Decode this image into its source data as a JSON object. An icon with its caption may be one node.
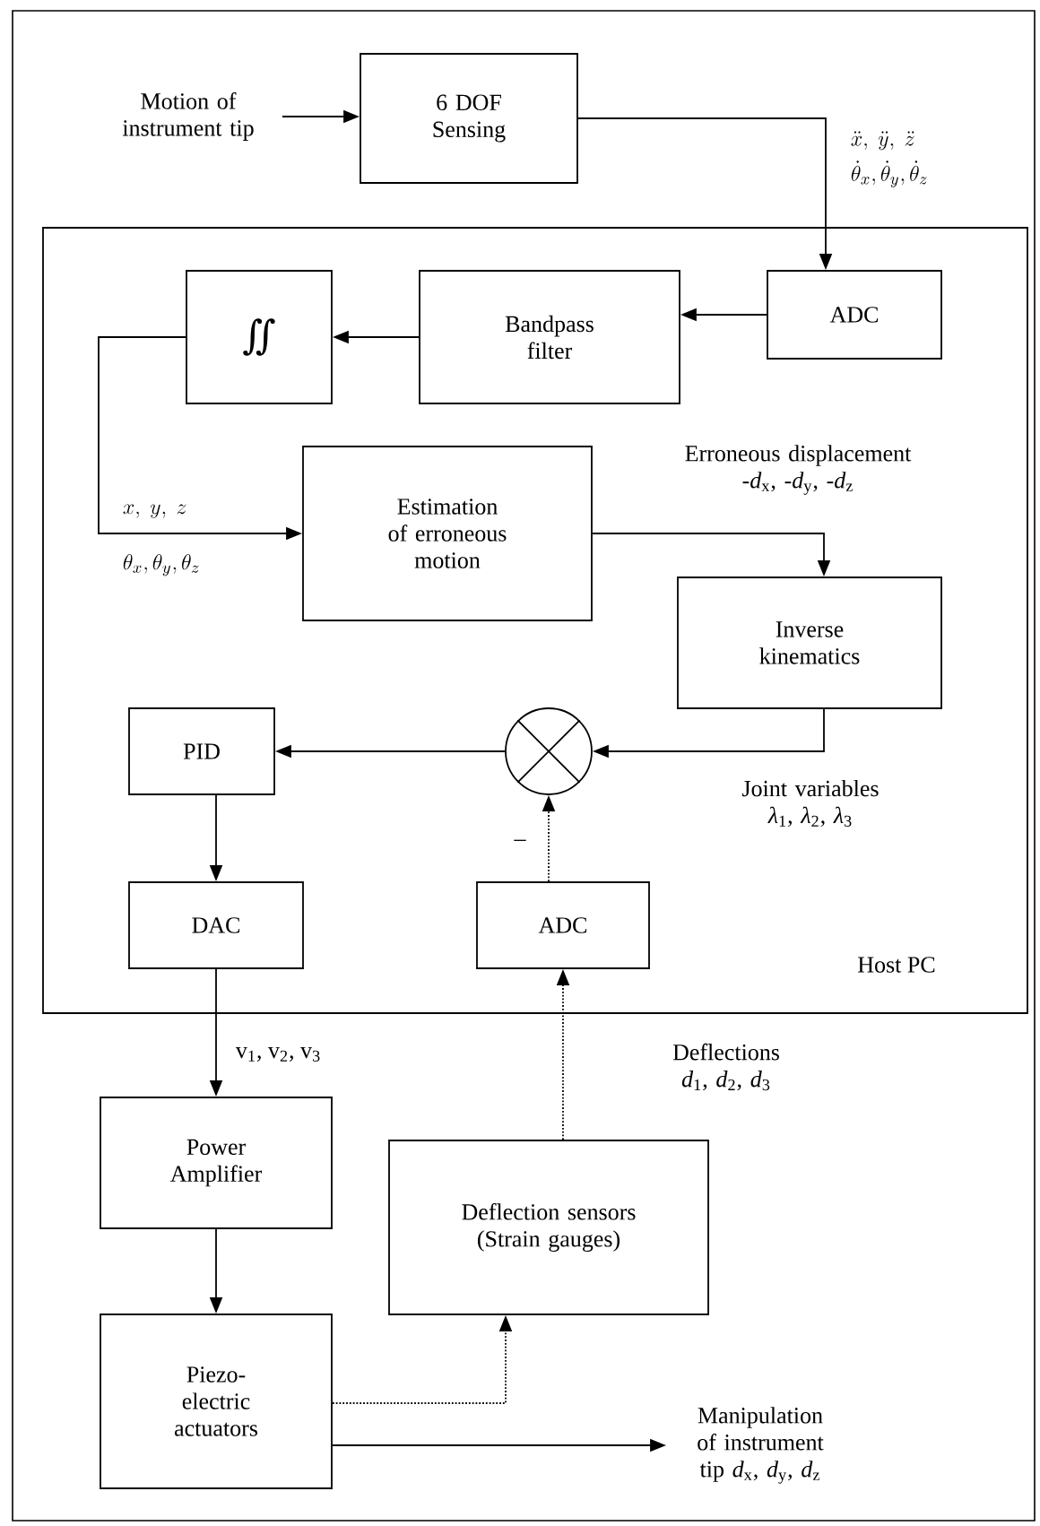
{
  "diagram": {
    "nodes": [
      {
        "text": [
          "Motion of instrument tip"
        ]
      },
      {
        "text": [
          "6 DOF Sensing"
        ]
      },
      {
        "text": [
          "Host PC"
        ]
      },
      {
        "text": [
          "ADC"
        ],
        "in": 2
      },
      {
        "text": [
          "Bandpass filter"
        ],
        "in": 2
      },
      {
        "text": [
          "∬"
        ],
        "in": 2
      },
      {
        "text": [
          "Estimation of erroneous motion"
        ],
        "in": 2
      },
      {
        "text": [
          "Inverse kinematics"
        ],
        "in": 2
      },
      {
        "text": [
          "PID"
        ],
        "in": 2
      },
      {
        "text": [],
        "shape": "circle",
        "in": 2
      },
      {
        "text": [
          "DAC"
        ],
        "in": 2
      },
      {
        "text": [
          "ADC"
        ],
        "in": 2
      },
      {
        "text": [
          "Power Amplifier"
        ]
      },
      {
        "text": [
          "Deflection sensors (Strain gauges)"
        ]
      },
      {
        "text": [
          "Piezo-electric actuators"
        ]
      },
      {
        "text": [
          "Manipulation of instrument tip *d*$_{x}$, *d*$_{y}$, *d*$_{z}$"
        ]
      }
    ],
    "edges": [
      {
        "from": 0,
        "to": 1,
        "arrow": "to"
      },
      {
        "from": 1,
        "to": 3,
        "arrow": "to",
        "label": "\\begin{array}{l}\\ddot{x},\\ \\ddot{y},\\ \\ddot{z}\\\\[4pt]\\dot{\\theta}_x,\\dot{\\theta}_y,\\dot{\\theta}_z\\end{array}"
      },
      {
        "from": 3,
        "to": 4,
        "arrow": "to"
      },
      {
        "from": 4,
        "to": 5,
        "arrow": "to"
      },
      {
        "from": 5,
        "to": 6,
        "arrow": "to",
        "label": "\\begin{array}{l}x,\\ y,\\ z\\\\[16pt]\\theta_x,\\theta_y,\\theta_z\\end{array}"
      },
      {
        "from": 6,
        "to": 7,
        "arrow": "to",
        "label": "Erroneous displacement -*d*$_{x}$, -*d*$_{y}$, -*d*$_{z}$"
      },
      {
        "from": 7,
        "to": 9,
        "arrow": "to",
        "label": "Joint variables *λ*$_{1}$, *λ*$_{2}$, *λ*$_{3}$"
      },
      {
        "from": 9,
        "to": 8,
        "arrow": "to"
      },
      {
        "from": 8,
        "to": 10,
        "arrow": "to"
      },
      {
        "from": 11,
        "to": 9,
        "arrow": "to",
        "style": "dashed",
        "label": "–"
      },
      {
        "from": 10,
        "to": 12,
        "arrow": "to",
        "label": "v$_{1}$, v$_{2}$, v$_{3}$"
      },
      {
        "from": 13,
        "to": 11,
        "arrow": "to",
        "style": "dashed",
        "label": "Deflections *d*$_{1}$, *d*$_{2}$, *d*$_{3}$"
      },
      {
        "from": 12,
        "to": 14,
        "arrow": "to"
      },
      {
        "from": 14,
        "to": 13,
        "arrow": "to",
        "style": "dashed"
      },
      {
        "from": 14,
        "to": 15,
        "arrow": "to"
      }
    ]
  }
}
